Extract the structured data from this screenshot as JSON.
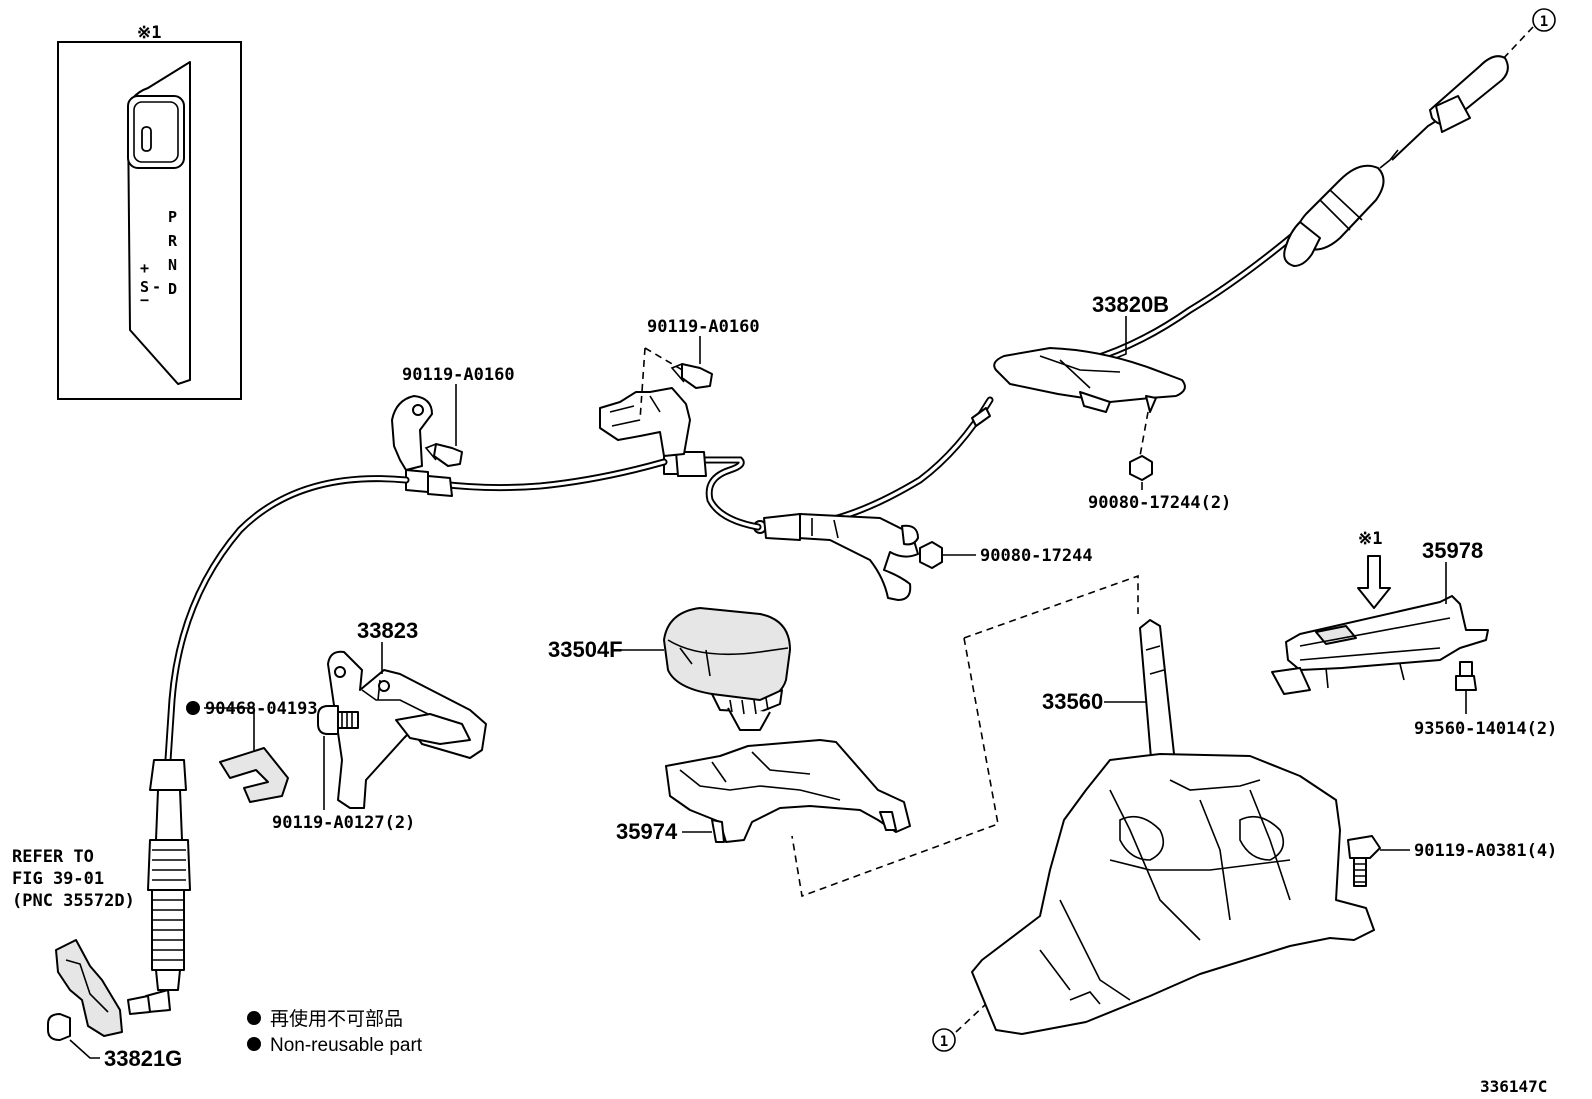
{
  "diagram": {
    "figure_code": "336147C",
    "note_mark": "※1",
    "callout_ref": "1",
    "inset_panel": {
      "mark": "※1",
      "shift_letters": [
        "P",
        "R",
        "N",
        "D"
      ],
      "manual_letters": [
        "+",
        "S",
        "-",
        "−"
      ]
    },
    "parts": {
      "p33820B": "33820B",
      "p90119_A0160_a": "90119-A0160",
      "p90119_A0160_b": "90119-A0160",
      "p90080_17244_2": "90080-17244(2)",
      "p90080_17244": "90080-17244",
      "p35978": "35978",
      "p33823": "33823",
      "p33504F": "33504F",
      "p90468_04193": "90468-04193",
      "p90119_A0127_2": "90119-A0127(2)",
      "p33560": "33560",
      "p93560_14014_2": "93560-14014(2)",
      "p35974": "35974",
      "p90119_A0381_4": "90119-A0381(4)",
      "p33821G": "33821G"
    },
    "refer_note": [
      "REFER TO",
      "FIG 39-01",
      "(PNC 35572D)"
    ],
    "legend": {
      "japanese": "再使用不可部品",
      "english": "Non-reusable part"
    }
  }
}
